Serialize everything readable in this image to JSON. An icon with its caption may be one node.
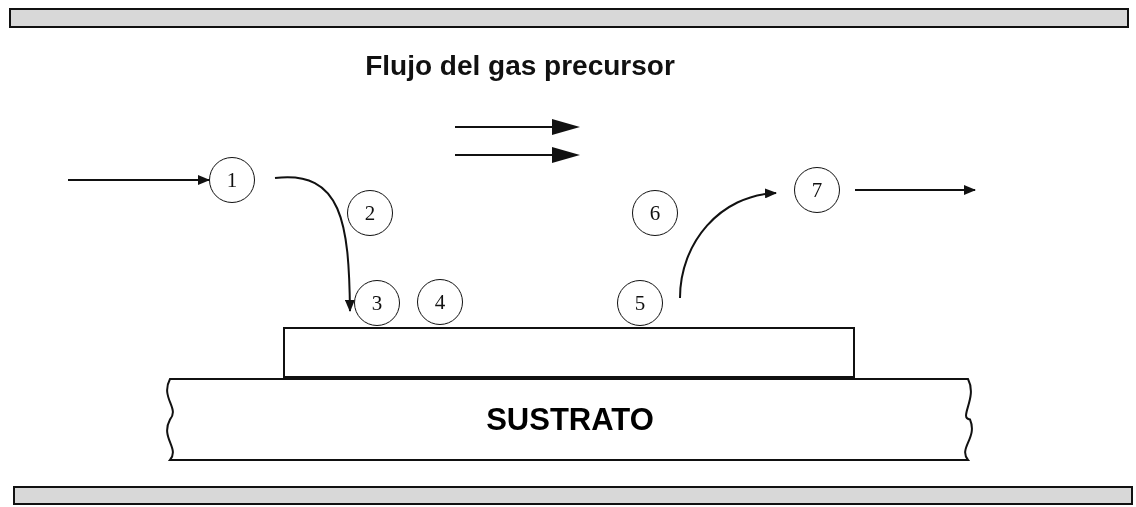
{
  "diagram": {
    "title": "Flujo del gas precursor",
    "nodes": [
      {
        "text": [
          "1"
        ]
      },
      {
        "text": [
          "2"
        ]
      },
      {
        "text": [
          "3"
        ]
      },
      {
        "text": [
          "4"
        ]
      },
      {
        "text": [
          "5"
        ]
      },
      {
        "text": [
          "6"
        ]
      },
      {
        "text": [
          "7"
        ]
      },
      {
        "text": [],
        "shape": "box"
      },
      {
        "text": [
          "SUSTRATO"
        ]
      },
      {
        "text": [],
        "shape": "bar"
      },
      {
        "text": [],
        "shape": "bar"
      }
    ],
    "edges": [
      {
        "from": null,
        "to": 0,
        "arrow": "to"
      },
      {
        "from": 0,
        "to": 2,
        "arrow": "to"
      },
      {
        "from": 4,
        "to": 6,
        "arrow": "to"
      },
      {
        "from": 6,
        "to": null,
        "arrow": "to"
      }
    ]
  }
}
